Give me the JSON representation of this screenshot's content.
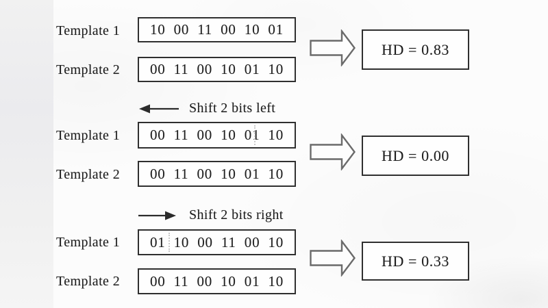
{
  "figure": {
    "type": "hamming-distance-bit-shift-diagram"
  },
  "colors": {
    "background": "#fcfcfc",
    "left_band": "#efefef",
    "text": "#1e1e1e",
    "box_border": "#2f2f2f",
    "block_arrow_outline": "#6a6a6a",
    "shift_arrow": "#2b2b2b",
    "wrap_divider": "#c9c9c9"
  },
  "icons": {
    "result_arrow": "block-arrow-right-icon",
    "shift_left": "left-arrow-icon",
    "shift_right": "right-arrow-icon"
  },
  "sections": [
    {
      "id": "no-shift",
      "rows": [
        {
          "label": "Template 1",
          "bits": "10 00 11 00 10 01"
        },
        {
          "label": "Template 2",
          "bits": "00 11 00 10 01 10"
        }
      ],
      "hd_label": "HD = 0.83"
    },
    {
      "id": "shift-left",
      "shift_label": "Shift 2 bits left",
      "shift_direction": "left",
      "rows": [
        {
          "label": "Template 1",
          "bits": "00 11 00 10 01 10",
          "wrap_divider_after_pair": 5
        },
        {
          "label": "Template 2",
          "bits": "00 11 00 10 01 10"
        }
      ],
      "hd_label": "HD = 0.00"
    },
    {
      "id": "shift-right",
      "shift_label": "Shift 2 bits right",
      "shift_direction": "right",
      "rows": [
        {
          "label": "Template 1",
          "bits": "01 10 00 11 00 10",
          "wrap_divider_after_pair": 1
        },
        {
          "label": "Template 2",
          "bits": "00 11 00 10 01 10"
        }
      ],
      "hd_label": "HD = 0.33"
    }
  ]
}
